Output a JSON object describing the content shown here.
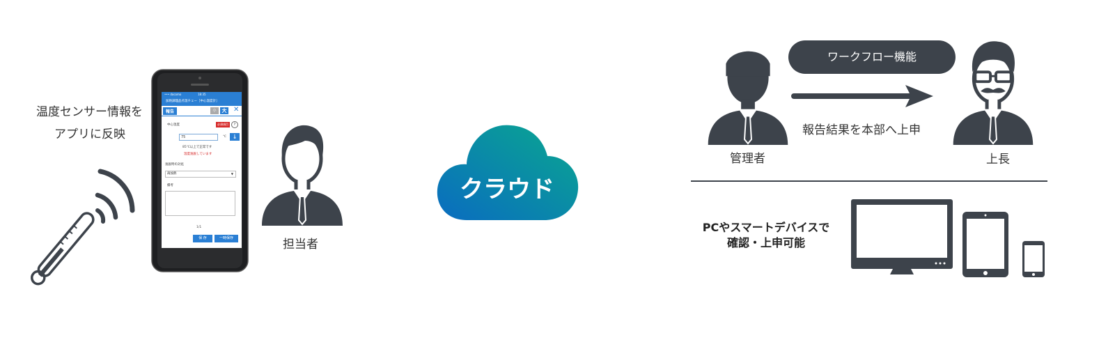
{
  "left": {
    "sensor_text_line1": "温度センサー情報を",
    "sensor_text_line2": "アプリに反映",
    "person_label": "担当者"
  },
  "phone": {
    "status_carrier": "••• docomo",
    "status_time": "18:35",
    "appbar_title": "加熱調理品点温チェー［中心温度計］",
    "tab_label": "報告",
    "size_small": "小",
    "size_large": "大",
    "field_label": "中心温度",
    "required_badge": "必須項目",
    "help_icon_text": "?",
    "temp_value": "75",
    "temp_unit": "℃",
    "note_ok": "85℃以上で正常です",
    "note_warn": "温度逸脱しています",
    "action_label": "逸脱時の対処",
    "action_value": "再加熱",
    "remarks_label": "備考",
    "page_indicator": "1/1",
    "save_button": "保 存",
    "temp_save_button": "一時保存"
  },
  "cloud": {
    "label": "クラウド",
    "gradient_start": "#0a6cc0",
    "gradient_end": "#0aa88f"
  },
  "workflow": {
    "badge": "ワークフロー機能",
    "arrow_caption": "報告結果を本部へ上申",
    "manager_label": "管理者",
    "boss_label": "上長"
  },
  "devices": {
    "caption_line1": "PCやスマートデバイスで",
    "caption_line2": "確認・上申可能"
  },
  "colors": {
    "icon_dark": "#3d434b",
    "phone_blue": "#2a7fd4",
    "alert_red": "#d62828"
  }
}
